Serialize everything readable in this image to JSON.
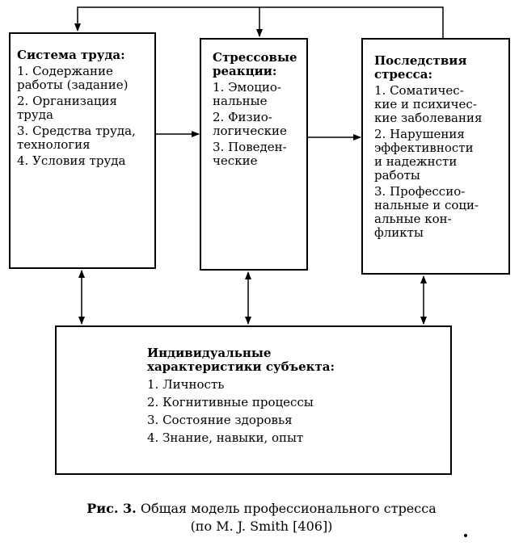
{
  "boxes": {
    "system": {
      "title": "Система труда:",
      "items": [
        "1. Содержание",
        "работы (задание)",
        "2. Организация",
        "труда",
        "3. Средства труда,",
        "технология",
        "4. Условия труда"
      ]
    },
    "stress": {
      "title_lines": [
        "Стрессовые",
        "реакции:"
      ],
      "items": [
        "1. Эмоцио-",
        "нальные",
        "2. Физио-",
        "логические",
        "3. Поведен-",
        "ческие"
      ]
    },
    "consequences": {
      "title_lines": [
        "Последствия",
        "стресса:"
      ],
      "items": [
        "1. Соматичес-",
        "кие и психичес-",
        "кие заболевания",
        "2. Нарушения",
        "эффективности",
        "и надежнсти",
        "работы",
        "3. Професcио-",
        "нальные и соци-",
        "альные кон-",
        "фликты"
      ]
    },
    "individual": {
      "title_lines": [
        "Индивидуальные",
        "характеристики субъекта:"
      ],
      "items": [
        "1. Личность",
        "2. Когнитивные процессы",
        "3. Состояние здоровья",
        "4. Знание, навыки, опыт"
      ]
    }
  },
  "caption": {
    "label": "Рис. 3.",
    "text": " Общая модель профессионального стресса",
    "line2": "(по M. J. Smith [406])"
  }
}
